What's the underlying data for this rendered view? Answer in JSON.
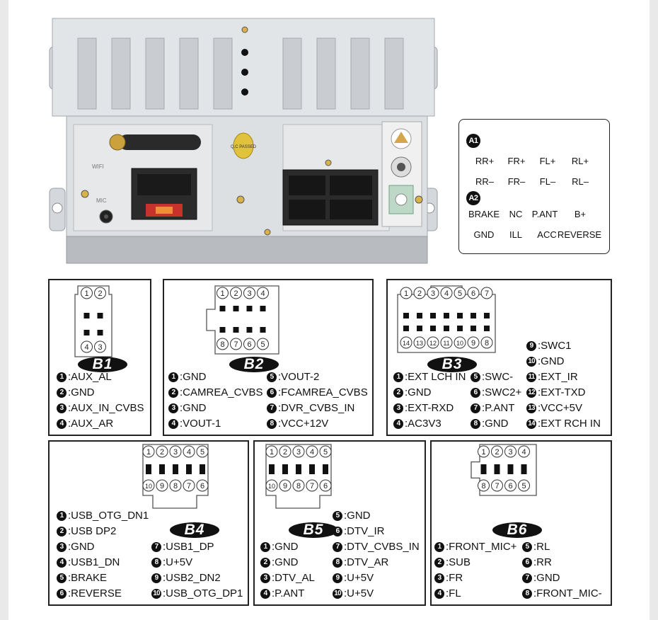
{
  "photo": {
    "wifi_label": "WIFI",
    "mic_label": "MIC",
    "qc_sticker": "Q.C PASSED"
  },
  "a_box": {
    "a1": {
      "badge": "A1",
      "row1": [
        "RR+",
        "FR+",
        "FL+",
        "RL+"
      ],
      "row2": [
        "RR–",
        "FR–",
        "FL–",
        "RL–"
      ]
    },
    "a2": {
      "badge": "A2",
      "row1": [
        "BRAKE",
        "NC",
        "P.ANT",
        "B+"
      ],
      "row2": [
        "GND",
        "ILL",
        "ACC",
        "REVERSE"
      ]
    }
  },
  "connectors": [
    {
      "id": "B1",
      "top_pins": [
        "1",
        "2"
      ],
      "bottom_pins": [
        "4",
        "3"
      ],
      "pins": [
        {
          "n": "1",
          "label": ":AUX_AL"
        },
        {
          "n": "2",
          "label": ":GND"
        },
        {
          "n": "3",
          "label": ":AUX_IN_CVBS"
        },
        {
          "n": "4",
          "label": ":AUX_AR"
        }
      ]
    },
    {
      "id": "B2",
      "top_pins": [
        "1",
        "2",
        "3",
        "4"
      ],
      "bottom_pins": [
        "8",
        "7",
        "6",
        "5"
      ],
      "pins": [
        {
          "n": "1",
          "label": ":GND"
        },
        {
          "n": "2",
          "label": ":CAMREA_CVBS"
        },
        {
          "n": "3",
          "label": ":GND"
        },
        {
          "n": "4",
          "label": ":VOUT-1"
        },
        {
          "n": "5",
          "label": ":VOUT-2"
        },
        {
          "n": "6",
          "label": ":FCAMREA_CVBS"
        },
        {
          "n": "7",
          "label": ":DVR_CVBS_IN"
        },
        {
          "n": "8",
          "label": ":VCC+12V"
        }
      ]
    },
    {
      "id": "B3",
      "top_pins": [
        "1",
        "2",
        "3",
        "4",
        "5",
        "6",
        "7"
      ],
      "bottom_pins": [
        "14",
        "13",
        "12",
        "11",
        "10",
        "9",
        "8"
      ],
      "pins": [
        {
          "n": "1",
          "label": ":EXT LCH IN"
        },
        {
          "n": "2",
          "label": ":GND"
        },
        {
          "n": "3",
          "label": ":EXT-RXD"
        },
        {
          "n": "4",
          "label": ":AC3V3"
        },
        {
          "n": "5",
          "label": ":SWC-"
        },
        {
          "n": "6",
          "label": ":SWC2+"
        },
        {
          "n": "7",
          "label": ":P.ANT"
        },
        {
          "n": "8",
          "label": ":GND"
        },
        {
          "n": "9",
          "label": ":SWC1"
        },
        {
          "n": "10",
          "label": ":GND"
        },
        {
          "n": "11",
          "label": ":EXT_IR"
        },
        {
          "n": "12",
          "label": ":EXT-TXD"
        },
        {
          "n": "13",
          "label": ":VCC+5V"
        },
        {
          "n": "14",
          "label": ":EXT RCH IN"
        }
      ]
    },
    {
      "id": "B4",
      "top_pins": [
        "1",
        "2",
        "3",
        "4",
        "5"
      ],
      "bottom_pins": [
        "10",
        "9",
        "8",
        "7",
        "6"
      ],
      "pins": [
        {
          "n": "1",
          "label": ":USB_OTG_DN1"
        },
        {
          "n": "2",
          "label": ":USB DP2"
        },
        {
          "n": "3",
          "label": ":GND"
        },
        {
          "n": "4",
          "label": ":USB1_DN"
        },
        {
          "n": "5",
          "label": ":BRAKE"
        },
        {
          "n": "6",
          "label": ":REVERSE"
        },
        {
          "n": "7",
          "label": ":USB1_DP"
        },
        {
          "n": "8",
          "label": ":U+5V"
        },
        {
          "n": "9",
          "label": ":USB2_DN2"
        },
        {
          "n": "10",
          "label": ":USB_OTG_DP1"
        }
      ]
    },
    {
      "id": "B5",
      "top_pins": [
        "1",
        "2",
        "3",
        "4",
        "5"
      ],
      "bottom_pins": [
        "10",
        "9",
        "8",
        "7",
        "6"
      ],
      "pins": [
        {
          "n": "1",
          "label": ":GND"
        },
        {
          "n": "2",
          "label": ":GND"
        },
        {
          "n": "3",
          "label": ":DTV_AL"
        },
        {
          "n": "4",
          "label": ":P.ANT"
        },
        {
          "n": "5",
          "label": ":GND"
        },
        {
          "n": "6",
          "label": ":DTV_IR"
        },
        {
          "n": "7",
          "label": ":DTV_CVBS_IN"
        },
        {
          "n": "8",
          "label": ":DTV_AR"
        },
        {
          "n": "9",
          "label": ":U+5V"
        },
        {
          "n": "10",
          "label": ":U+5V"
        }
      ]
    },
    {
      "id": "B6",
      "top_pins": [
        "1",
        "2",
        "3",
        "4"
      ],
      "bottom_pins": [
        "8",
        "7",
        "6",
        "5"
      ],
      "pins": [
        {
          "n": "1",
          "label": ":FRONT_MIC+"
        },
        {
          "n": "2",
          "label": ":SUB"
        },
        {
          "n": "3",
          "label": ":FR"
        },
        {
          "n": "4",
          "label": ":FL"
        },
        {
          "n": "5",
          "label": ":RL"
        },
        {
          "n": "6",
          "label": ":RR"
        },
        {
          "n": "7",
          "label": ":GND"
        },
        {
          "n": "8",
          "label": ":FRONT_MIC-"
        }
      ]
    }
  ]
}
